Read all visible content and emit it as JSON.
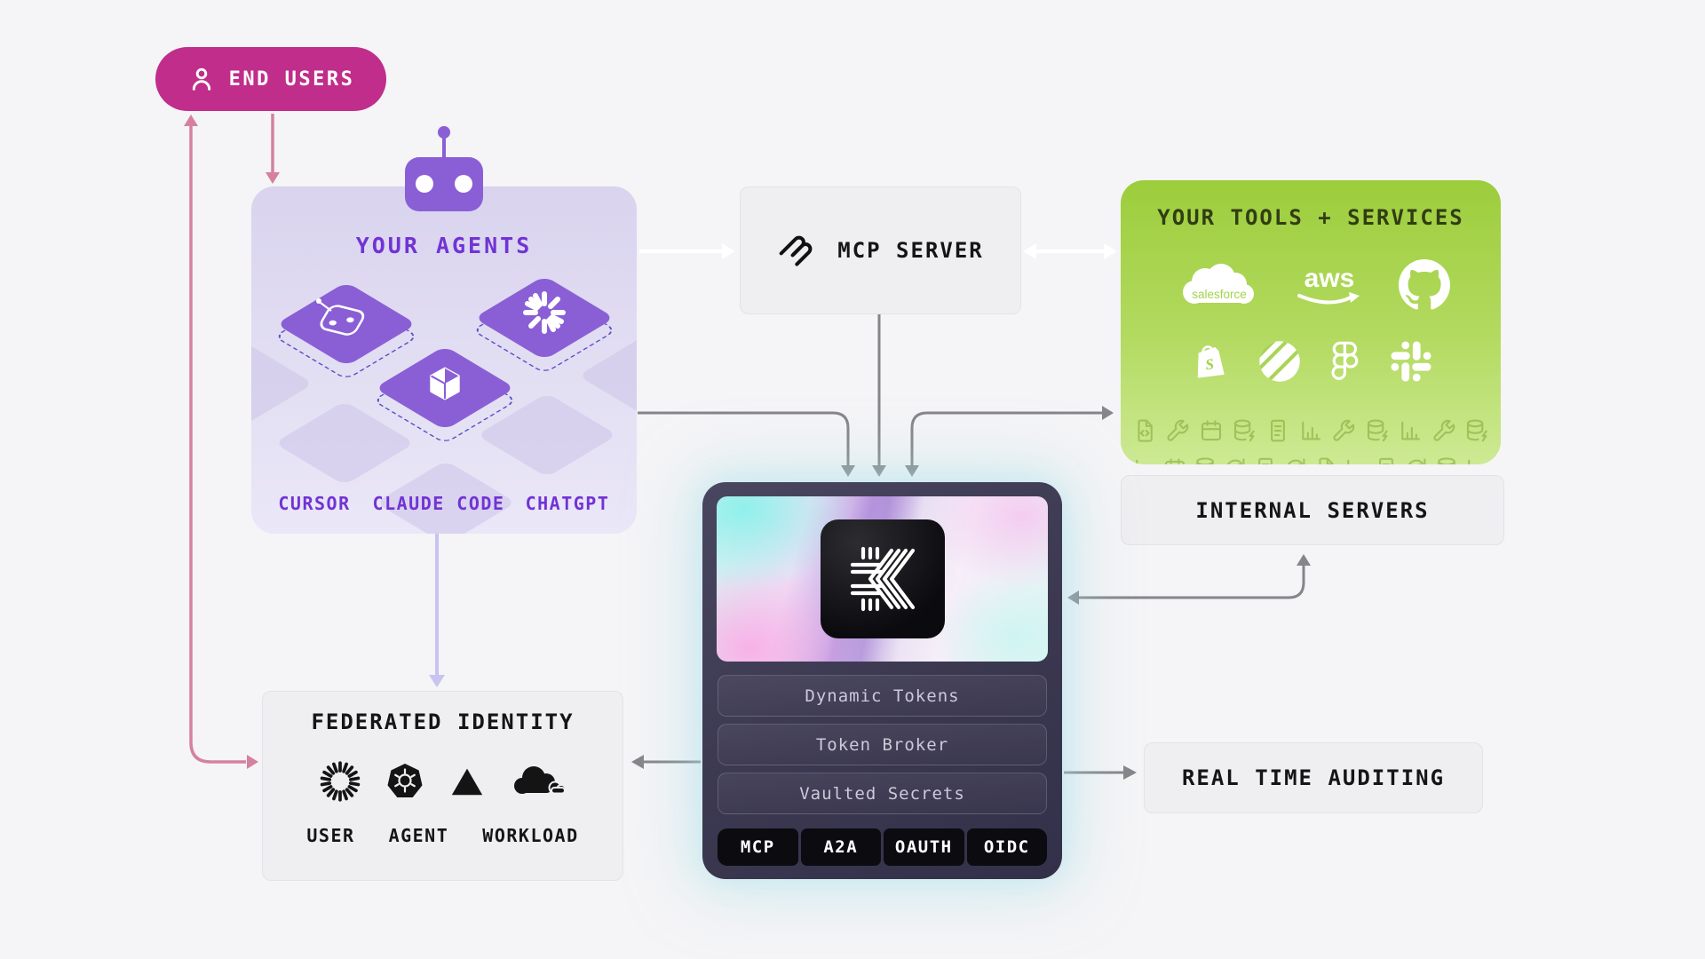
{
  "end_users": {
    "label": "END USERS"
  },
  "agents": {
    "title": "YOUR AGENTS",
    "items": [
      "CURSOR",
      "CLAUDE CODE",
      "CHATGPT"
    ]
  },
  "mcp_server": {
    "label": "MCP SERVER"
  },
  "tools": {
    "title": "YOUR TOOLS + SERVICES",
    "salesforce_text": "salesforce",
    "aws_text": "aws",
    "shopify_letter": "S",
    "logos": [
      "salesforce",
      "aws",
      "github",
      "shopify",
      "linear",
      "figma",
      "slack"
    ],
    "background_icons_row1": [
      "file-code",
      "wrench",
      "calendar",
      "database-bolt",
      "file-text",
      "chart",
      "wrench",
      "database-bolt",
      "chart",
      "wrench",
      "database-bolt"
    ],
    "background_icons_row2": [
      "chart",
      "calendar",
      "database",
      "refresh",
      "file-text",
      "refresh",
      "file-code",
      "chart",
      "file-text",
      "refresh",
      "database",
      "chart"
    ]
  },
  "internal_servers": {
    "label": "INTERNAL SERVERS"
  },
  "keycard": {
    "features": [
      "Dynamic Tokens",
      "Token Broker",
      "Vaulted Secrets"
    ],
    "protocols": [
      "MCP",
      "A2A",
      "OAUTH",
      "OIDC"
    ]
  },
  "federated": {
    "title": "FEDERATED IDENTITY",
    "labels": [
      "USER",
      "AGENT",
      "WORKLOAD"
    ],
    "icons": [
      "okta",
      "kubernetes",
      "vercel",
      "cloudflare"
    ]
  },
  "auditing": {
    "label": "REAL TIME AUDITING"
  },
  "colors": {
    "background": "#f5f4f6",
    "pink": "#c02d8a",
    "purple_title": "#7133d4",
    "tile_purple": "#8a5fd6",
    "green_top": "#9ccd3c",
    "green_bottom": "#cdea94",
    "green_title": "#313d13",
    "dark_box": "#3b3850",
    "arrow_gray": "#85858a",
    "arrow_pink": "#d5819e",
    "arrow_lavender": "#c8c3f1",
    "arrow_white": "#ffffff"
  }
}
